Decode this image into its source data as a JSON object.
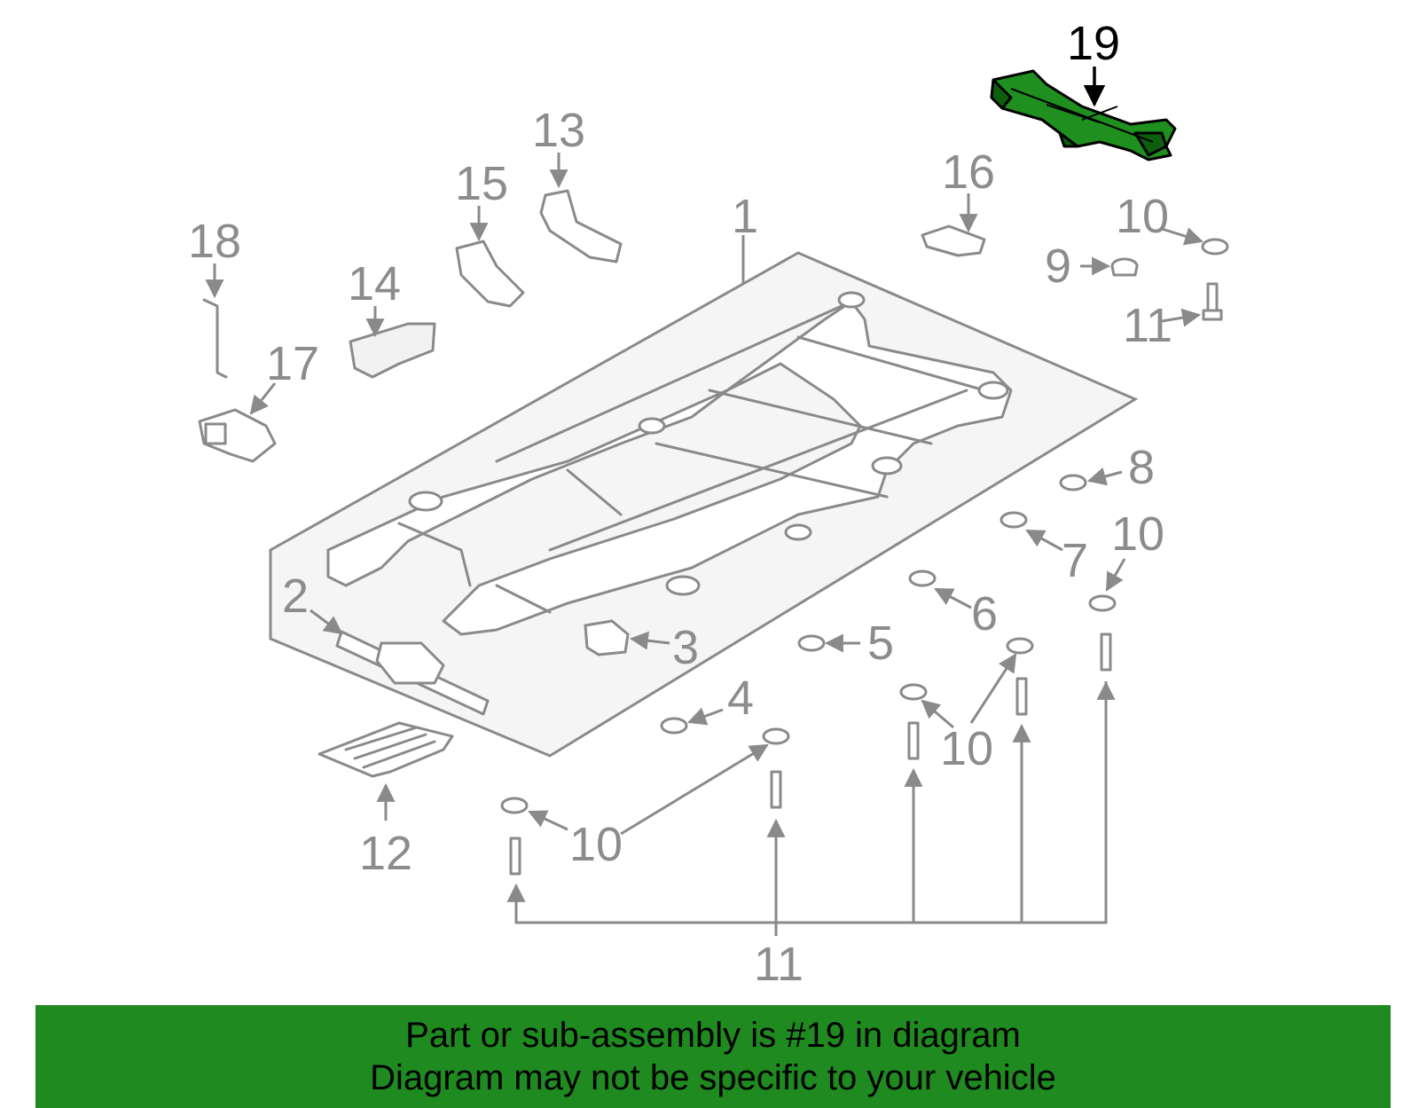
{
  "diagram": {
    "highlight_color": "#1f8f1f",
    "line_color": "#8a8a8a",
    "highlighted_part": "19",
    "callouts": {
      "c1": "1",
      "c2": "2",
      "c3": "3",
      "c4": "4",
      "c5": "5",
      "c6": "6",
      "c7": "7",
      "c8": "8",
      "c9": "9",
      "c10a": "10",
      "c10b": "10",
      "c10c": "10",
      "c10d": "10",
      "c11a": "11",
      "c11b": "11",
      "c12": "12",
      "c13": "13",
      "c14": "14",
      "c15": "15",
      "c16": "16",
      "c17": "17",
      "c18": "18",
      "c19": "19"
    }
  },
  "banner": {
    "background": "#1f8a1f",
    "line1": "Part or sub-assembly is #19 in diagram",
    "line2": "Diagram may not be specific to your vehicle"
  }
}
